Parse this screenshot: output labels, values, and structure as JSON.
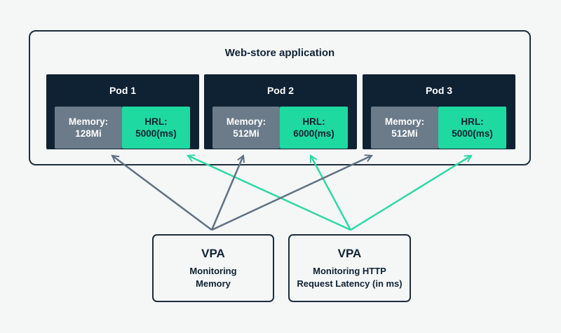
{
  "app": {
    "title": "Web-store application"
  },
  "pods": [
    {
      "name": "Pod 1",
      "memory_label": "Memory:",
      "memory_value": "128Mi",
      "hrl_label": "HRL:",
      "hrl_value": "5000(ms)"
    },
    {
      "name": "Pod 2",
      "memory_label": "Memory:",
      "memory_value": "512Mi",
      "hrl_label": "HRL:",
      "hrl_value": "6000(ms)"
    },
    {
      "name": "Pod 3",
      "memory_label": "Memory:",
      "memory_value": "512Mi",
      "hrl_label": "HRL:",
      "hrl_value": "5000(ms)"
    }
  ],
  "vpas": [
    {
      "title": "VPA",
      "line1": "Monitoring",
      "line2": "Memory"
    },
    {
      "title": "VPA",
      "line1": "Monitoring HTTP",
      "line2": "Request Latency (in ms)"
    }
  ],
  "colors": {
    "dark_navy": "#0f2233",
    "memory_gray": "#6b7b8a",
    "hrl_green": "#1ed9a0",
    "memory_arrow": "#5f7282",
    "latency_arrow": "#2fd9a4",
    "background": "#f5f6f6"
  }
}
